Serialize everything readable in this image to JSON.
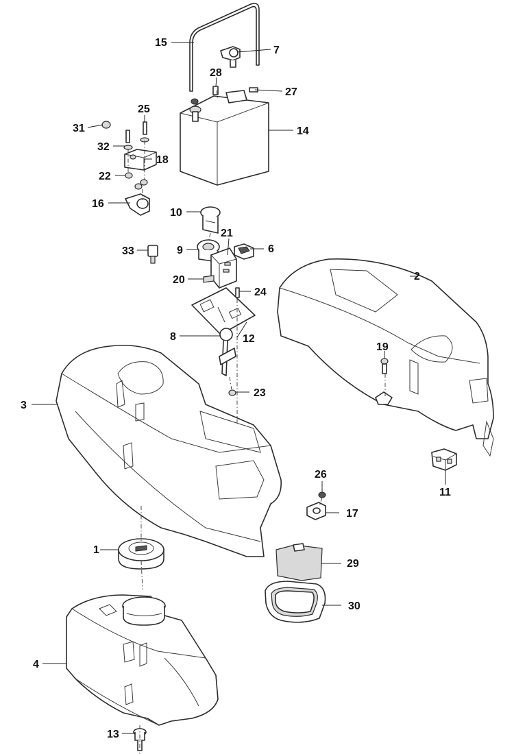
{
  "callouts": [
    {
      "id": "1",
      "label": "1"
    },
    {
      "id": "2",
      "label": "2"
    },
    {
      "id": "3",
      "label": "3"
    },
    {
      "id": "4",
      "label": "4"
    },
    {
      "id": "6",
      "label": "6"
    },
    {
      "id": "7",
      "label": "7"
    },
    {
      "id": "8",
      "label": "8"
    },
    {
      "id": "9",
      "label": "9"
    },
    {
      "id": "10",
      "label": "10"
    },
    {
      "id": "11",
      "label": "11"
    },
    {
      "id": "12",
      "label": "12"
    },
    {
      "id": "13",
      "label": "13"
    },
    {
      "id": "14",
      "label": "14"
    },
    {
      "id": "15",
      "label": "15"
    },
    {
      "id": "16",
      "label": "16"
    },
    {
      "id": "17",
      "label": "17"
    },
    {
      "id": "18",
      "label": "18"
    },
    {
      "id": "19",
      "label": "19"
    },
    {
      "id": "20",
      "label": "20"
    },
    {
      "id": "21",
      "label": "21"
    },
    {
      "id": "22",
      "label": "22"
    },
    {
      "id": "23",
      "label": "23"
    },
    {
      "id": "24",
      "label": "24"
    },
    {
      "id": "25",
      "label": "25"
    },
    {
      "id": "26",
      "label": "26"
    },
    {
      "id": "27",
      "label": "27"
    },
    {
      "id": "28",
      "label": "28"
    },
    {
      "id": "29",
      "label": "29"
    },
    {
      "id": "30",
      "label": "30"
    },
    {
      "id": "31",
      "label": "31"
    },
    {
      "id": "32",
      "label": "32"
    },
    {
      "id": "33",
      "label": "33"
    }
  ]
}
